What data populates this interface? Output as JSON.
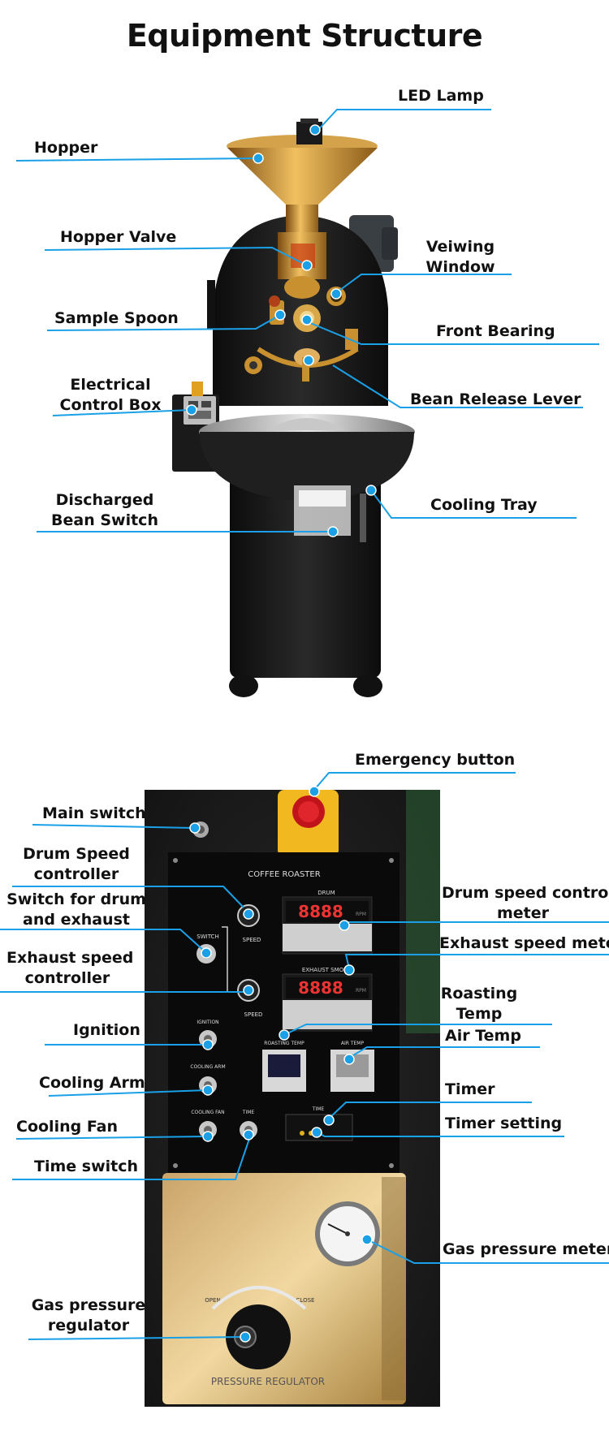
{
  "title": "Equipment Structure",
  "labels": {
    "led_lamp": "LED Lamp",
    "hopper": "Hopper",
    "hopper_valve": "Hopper Valve",
    "viewing_window_1": "Veiwing",
    "viewing_window_2": "Window",
    "sample_spoon": "Sample Spoon",
    "front_bearing": "Front Bearing",
    "electrical_control_box_1": "Electrical",
    "electrical_control_box_2": "Control Box",
    "bean_release_lever": "Bean Release Lever",
    "discharged_bean_switch_1": "Discharged",
    "discharged_bean_switch_2": "Bean Switch",
    "cooling_tray": "Cooling Tray",
    "emergency_button": "Emergency button",
    "main_switch": "Main switch",
    "drum_speed_controller_1": "Drum Speed",
    "drum_speed_controller_2": "controller",
    "switch_drum_exhaust_1": "Switch for drum",
    "switch_drum_exhaust_2": "and exhaust",
    "drum_speed_meter_1": "Drum speed control",
    "drum_speed_meter_2": "meter",
    "exhaust_speed_meter": "Exhaust speed meter",
    "exhaust_speed_controller_1": "Exhaust speed",
    "exhaust_speed_controller_2": "controller",
    "roasting_temp_1": "Roasting",
    "roasting_temp_2": "Temp",
    "ignition": "Ignition",
    "air_temp": "Air Temp",
    "cooling_arm": "Cooling Arm",
    "timer": "Timer",
    "timer_setting": "Timer setting",
    "cooling_fan": "Cooling Fan",
    "time_switch": "Time switch",
    "gas_pressure_meter": "Gas pressure meter",
    "gas_pressure_regulator_1": "Gas pressure",
    "gas_pressure_regulator_2": "regulator"
  },
  "panel_text": {
    "coffee_roaster": "COFFEE ROASTER",
    "drum": "DRUM",
    "exhaust_smoke": "EXHAUST SMOKE",
    "speed": "SPEED",
    "switch": "SWITCH",
    "ignition": "IGNITION",
    "cooling_arm": "COOLING ARM",
    "cooling_fan": "COOLING FAN",
    "time": "TIME",
    "roasting_temp": "ROASTING TEMP",
    "air_temp": "AIR TEMP",
    "rpm": "RPM",
    "digits": "8888",
    "open": "OPEN",
    "close": "CLOSE",
    "pressure_regulator": "PRESSURE REGULATOR"
  },
  "colors": {
    "accent_blue": "#1aa0e6",
    "machine_black": "#1c1c1c",
    "brass": "#c8902e"
  }
}
